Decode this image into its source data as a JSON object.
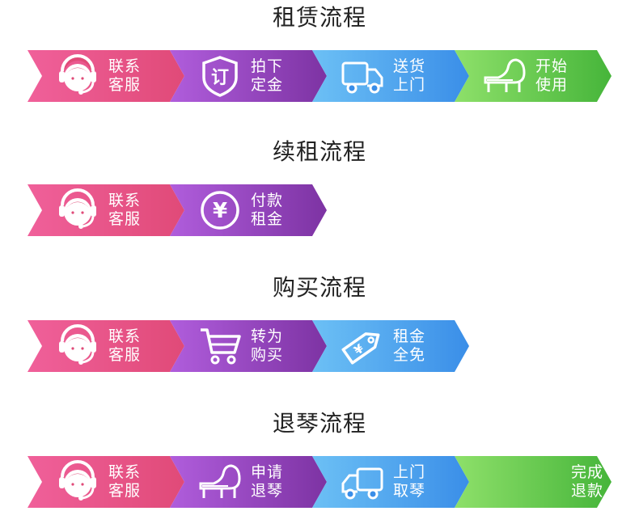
{
  "sections": [
    {
      "title": "租赁流程",
      "steps": [
        {
          "line1": "联系",
          "line2": "客服",
          "icon": "customer-service-icon"
        },
        {
          "line1": "拍下",
          "line2": "定金",
          "icon": "order-badge-icon",
          "glyph": "订"
        },
        {
          "line1": "送货",
          "line2": "上门",
          "icon": "delivery-truck-icon"
        },
        {
          "line1": "开始",
          "line2": "使用",
          "icon": "grand-piano-icon"
        }
      ]
    },
    {
      "title": "续租流程",
      "steps": [
        {
          "line1": "联系",
          "line2": "客服",
          "icon": "customer-service-icon"
        },
        {
          "line1": "付款",
          "line2": "租金",
          "icon": "yen-coin-icon",
          "glyph": "¥"
        }
      ]
    },
    {
      "title": "购买流程",
      "steps": [
        {
          "line1": "联系",
          "line2": "客服",
          "icon": "customer-service-icon"
        },
        {
          "line1": "转为",
          "line2": "购买",
          "icon": "shopping-cart-icon"
        },
        {
          "line1": "租金",
          "line2": "全免",
          "icon": "price-tag-icon",
          "glyph": "¥"
        }
      ]
    },
    {
      "title": "退琴流程",
      "steps": [
        {
          "line1": "联系",
          "line2": "客服",
          "icon": "customer-service-icon"
        },
        {
          "line1": "申请",
          "line2": "退琴",
          "icon": "grand-piano-icon"
        },
        {
          "line1": "上门",
          "line2": "取琴",
          "icon": "delivery-truck-icon"
        },
        {
          "line1": "完成",
          "line2": "退款",
          "icon": ""
        }
      ]
    }
  ],
  "colors": {
    "pink": [
      "#f0609a",
      "#e04a78"
    ],
    "purple": [
      "#b05ddc",
      "#7d33a3"
    ],
    "blue": [
      "#6cc0f5",
      "#3a8ee8"
    ],
    "green": [
      "#8ee06a",
      "#46b53a"
    ]
  }
}
